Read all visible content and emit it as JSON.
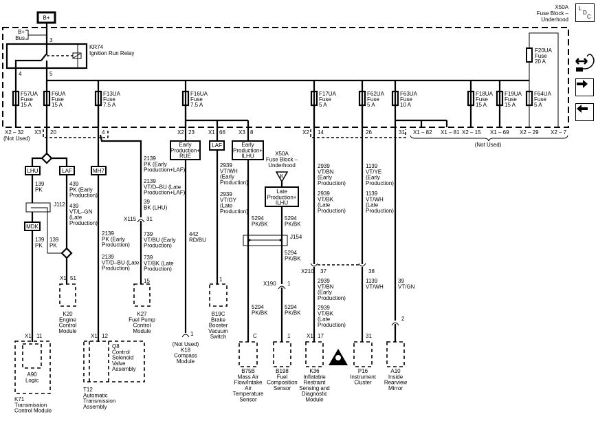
{
  "power_source": "B+",
  "fuse_block": {
    "title": [
      "X50A",
      "Fuse Block –",
      "Underhood"
    ],
    "bus": [
      "B+",
      "Bus"
    ]
  },
  "relay": {
    "label": [
      "KR74",
      "Ignition Run Relay"
    ],
    "pin_in": "3",
    "pin_left": "4",
    "pin_right": "5"
  },
  "fuses": {
    "f57": [
      "F57UA",
      "Fuse",
      "15 A"
    ],
    "f6": [
      "F6UA",
      "Fuse",
      "15 A"
    ],
    "f13": [
      "F13UA",
      "Fuse",
      "7.5 A"
    ],
    "f16": [
      "F16UA",
      "Fuse",
      "7.5 A"
    ],
    "f17": [
      "F17UA",
      "Fuse",
      "5 A"
    ],
    "f62": [
      "F62UA",
      "Fuse",
      "5 A"
    ],
    "f63": [
      "F63UA",
      "Fuse",
      "10 A"
    ],
    "f18": [
      "F18UA",
      "Fuse",
      "15 A"
    ],
    "f19": [
      "F19UA",
      "Fuse",
      "15 A"
    ],
    "f64": [
      "F64UA",
      "Fuse",
      "5 A"
    ],
    "f20": [
      "F20UA",
      "Fuse",
      "20 A"
    ]
  },
  "block_pins": {
    "p_x2_32": "X2 – 32",
    "p_notused_left": "(Not Used)",
    "p_x3": "X3",
    "p_20": "20",
    "p_4": "4",
    "p_x2_a": "X2",
    "p_23": "23",
    "p_x1_a": "X1",
    "p_66": "66",
    "p_x3_b": "X3",
    "p_8": "8",
    "p_x2_b": "X2",
    "p_14": "14",
    "p_26": "26",
    "p_31": "31",
    "p_x1_82": "X1 – 82",
    "p_x1_81": "X1 – 81",
    "p_x2_15": "X2 – 15",
    "p_x1_69": "X1 – 69",
    "p_x2_29": "X2 – 29",
    "p_x2_7": "X2 – 7",
    "p_notused_right": "(Not Used)"
  },
  "options": {
    "lhu": "LHU",
    "laf": "LAF",
    "mh7": "MH7",
    "mdk": "MDK",
    "laf2": "LAF",
    "rue": [
      "Early",
      "Production+",
      "RUE"
    ],
    "ilhu_early": [
      "Early",
      "Production+",
      "ILHU"
    ],
    "ilhu_late": [
      "Late",
      "Production+",
      "ILHU"
    ]
  },
  "source_k": {
    "label": [
      "X50A",
      "Fuse Block –",
      "Underhood"
    ],
    "letter": "K"
  },
  "splices": {
    "j112": "J112",
    "j154": "J154"
  },
  "inline": {
    "x115": "X115",
    "x115_pin": "31",
    "x190": "X190",
    "x190_pin": "1",
    "x210": "X210",
    "x210_pin_a": "37",
    "x210_pin_b": "38"
  },
  "wires": {
    "lhu_139": [
      "139",
      "PK"
    ],
    "mdk_139": [
      "139",
      "PK"
    ],
    "j112_139": [
      "139",
      "PK"
    ],
    "laf_439_early": [
      "439",
      "PK (Early",
      "Production)"
    ],
    "laf_439_late": [
      "439",
      "VT/L–GN",
      "(Late",
      "Production)"
    ],
    "mh7_2139_early": [
      "2139",
      "PK (Early",
      "Production)"
    ],
    "mh7_2139_late": [
      "2139",
      "VT/D–BU (Late",
      "Production)"
    ],
    "k27_2139_early": [
      "2139",
      "PK (Early",
      "Production+LAF)"
    ],
    "k27_2139_late": [
      "2139",
      "VT/D–BU (Late",
      "Production+LAF)"
    ],
    "k27_39": [
      "39",
      "BK (LHU)"
    ],
    "k27_739_early": [
      "739",
      "VT/BU (Early",
      "Production)"
    ],
    "k27_739_late": [
      "739",
      "VT/BK (Late",
      "Production)"
    ],
    "k18_442": [
      "442",
      "RD/BU"
    ],
    "b19c_2939_early": [
      "2939",
      "VT/WH",
      "(Early",
      "Production)"
    ],
    "b19c_2939_late": [
      "2939",
      "VT/GY",
      "(Late",
      "Production)"
    ],
    "b75b_5294_a": [
      "5294",
      "PK/BK"
    ],
    "b75b_5294_b": [
      "5294",
      "PK/BK"
    ],
    "b198_5294_a": [
      "5294",
      "PK/BK"
    ],
    "b198_5294_b": [
      "5294",
      "PK/BK"
    ],
    "b198_5294_c": [
      "5294",
      "PK/BK"
    ],
    "k36_2939_early_top": [
      "2939",
      "VT/BN",
      "(Early",
      "Production)"
    ],
    "k36_2939_late_top": [
      "2939",
      "VT/BK",
      "(Late",
      "Production)"
    ],
    "k36_2939_early_bot": [
      "2939",
      "VT/BN",
      "(Early",
      "Production)"
    ],
    "k36_2939_late_bot": [
      "2939",
      "VT/BK",
      "(Late",
      "Production)"
    ],
    "p16_1139_early": [
      "1139",
      "VT/YE",
      "(Early",
      "Production)"
    ],
    "p16_1139_late": [
      "1139",
      "VT/WH",
      "(Late",
      "Production)"
    ],
    "p16_1139": [
      "1139",
      "VT/WH"
    ],
    "a10_39": [
      "39",
      "VT/GN"
    ]
  },
  "pins": {
    "k20_x": "X1",
    "k20_p": "51",
    "k27_p": "15",
    "k18_p": "1",
    "b19c_p": "1",
    "b75b_p": "C",
    "b198_p": "1",
    "k36_x": "X1",
    "k36_p": "17",
    "p16_p": "31",
    "a10_p": "2",
    "a90_x": "X1",
    "a90_p": "11",
    "t12_x": "X1",
    "t12_p": "12"
  },
  "components": {
    "k20": [
      "K20",
      "Engine",
      "Control",
      "Module"
    ],
    "k27": [
      "K27",
      "Fuel Pump",
      "Control",
      "Module"
    ],
    "k18": [
      "(Not Used)",
      "K18",
      "Compass",
      "Module"
    ],
    "b19c": [
      "B19C",
      "Brake",
      "Booster",
      "Vacuum",
      "Switch"
    ],
    "b75b": [
      "B75B",
      "Mass Air",
      "Flow/Intake",
      "Air",
      "Temperature",
      "Sensor"
    ],
    "b198": [
      "B198",
      "Fuel",
      "Composition",
      "Sensor"
    ],
    "k36": [
      "K36",
      "Inflatable",
      "Restraint",
      "Sensing and",
      "Diagnostic",
      "Module"
    ],
    "p16": [
      "P16",
      "Instrument",
      "Cluster"
    ],
    "a10": [
      "A10",
      "Inside",
      "Rearview",
      "Mirror"
    ],
    "a90": [
      "A90",
      "Logic"
    ],
    "k71": [
      "K71",
      "Transmission",
      "Control Module"
    ],
    "q8": [
      "Q8",
      "Control",
      "Solenoid",
      "Valve",
      "Assembly"
    ],
    "t12": [
      "T12",
      "Automatic",
      "Transmission",
      "Assembly"
    ]
  },
  "nav": {
    "ldc": [
      "L",
      "D",
      "C"
    ],
    "icons": [
      "ldc-locator-icon",
      "connector-swap-icon",
      "arrow-right-icon",
      "arrow-left-icon"
    ]
  },
  "colors": {
    "ink": "#000000",
    "background": "#ffffff"
  }
}
